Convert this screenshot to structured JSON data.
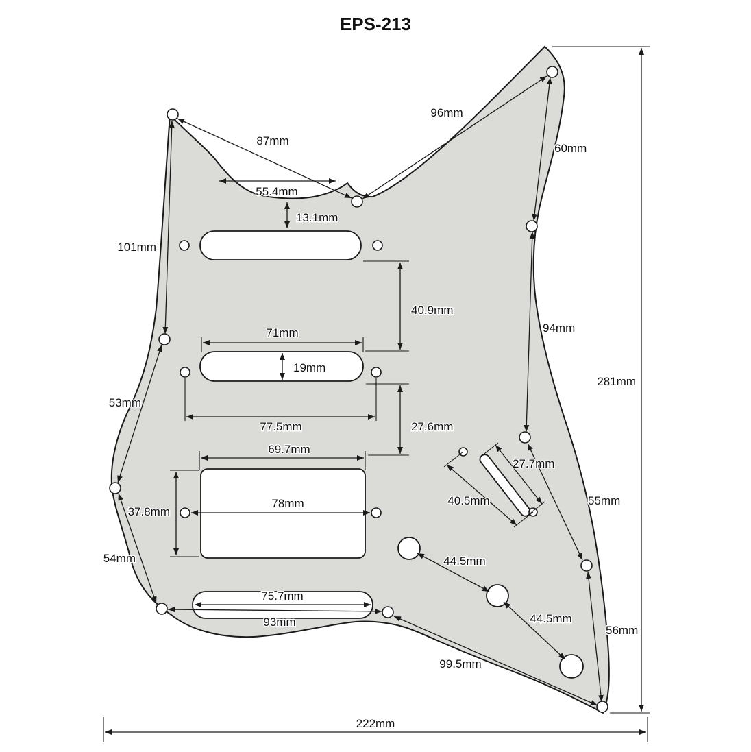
{
  "title": "EPS-213",
  "colors": {
    "pickguard_fill": "#dbdbd8",
    "slot_fill": "#ffffff",
    "line": "#1a1a1a"
  },
  "dimensions": {
    "d96": "96mm",
    "d87": "87mm",
    "d60": "60mm",
    "d55_4": "55.4mm",
    "d13_1": "13.1mm",
    "d101": "101mm",
    "d40_9": "40.9mm",
    "d71": "71mm",
    "d19": "19mm",
    "d94": "94mm",
    "d281": "281mm",
    "d53": "53mm",
    "d77_5": "77.5mm",
    "d27_6": "27.6mm",
    "d69_7": "69.7mm",
    "d27_7": "27.7mm",
    "d40_5": "40.5mm",
    "d55": "55mm",
    "d37_8": "37.8mm",
    "d78": "78mm",
    "d54": "54mm",
    "d44_5_a": "44.5mm",
    "d44_5_b": "44.5mm",
    "d75_7": "75.7mm",
    "d93": "93mm",
    "d56": "56mm",
    "d99_5": "99.5mm",
    "d222": "222mm"
  }
}
